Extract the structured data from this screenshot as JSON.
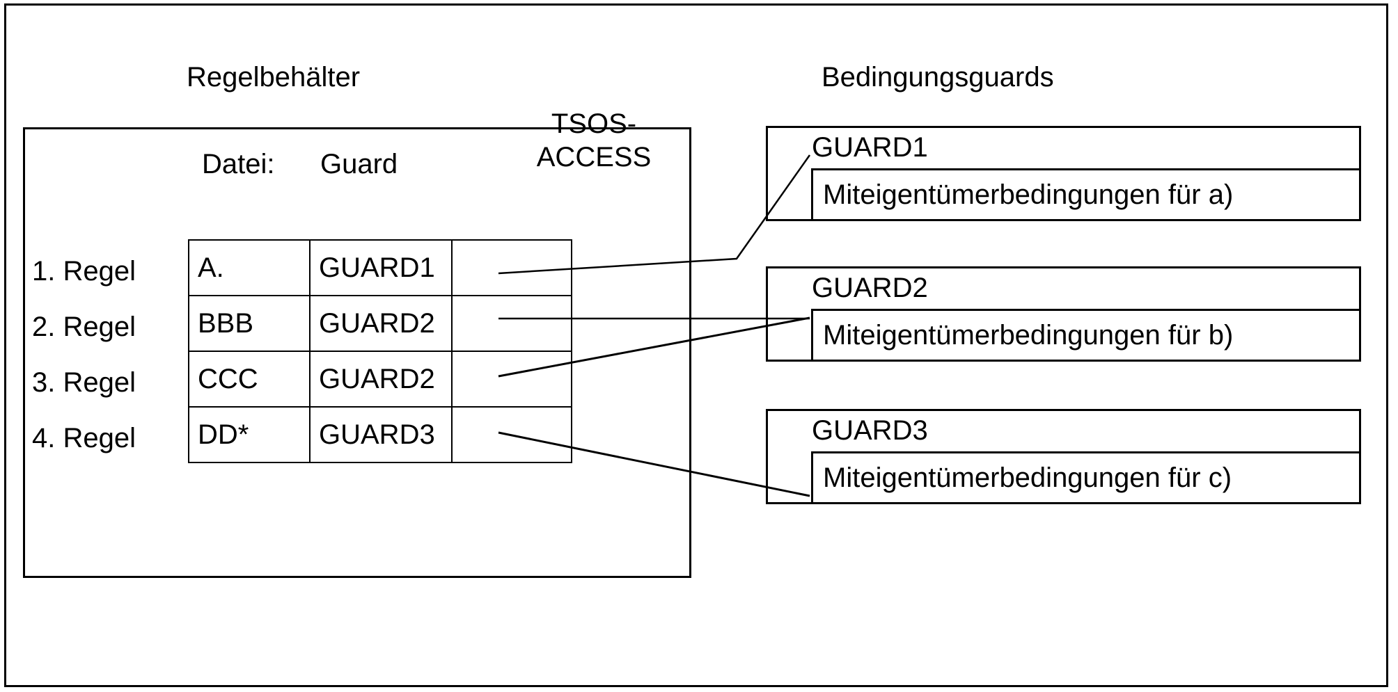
{
  "figure": {
    "left_section_caption": "Regelbehälter",
    "right_section_caption": "Bedingungsguards"
  },
  "rule_container": {
    "headers": {
      "file": "Datei:",
      "guard": "Guard",
      "access": "TSOS-ACCESS"
    },
    "rules": [
      {
        "label": "1. Regel",
        "file": "A.",
        "guard": "GUARD1",
        "access": ""
      },
      {
        "label": "2. Regel",
        "file": "BBB",
        "guard": "GUARD2",
        "access": ""
      },
      {
        "label": "3. Regel",
        "file": "CCC",
        "guard": "GUARD2",
        "access": ""
      },
      {
        "label": "4. Regel",
        "file": "DD*",
        "guard": "GUARD3",
        "access": ""
      }
    ]
  },
  "condition_guards": [
    {
      "name": "GUARD1",
      "condition": "Miteigentümerbedingungen für a)"
    },
    {
      "name": "GUARD2",
      "condition": "Miteigentümerbedingungen für b)"
    },
    {
      "name": "GUARD3",
      "condition": "Miteigentümerbedingungen für c)"
    }
  ],
  "connections": [
    {
      "from_rule": "1. Regel",
      "from_guard": "GUARD1",
      "to_guard": "GUARD1"
    },
    {
      "from_rule": "2. Regel",
      "from_guard": "GUARD2",
      "to_guard": "GUARD2"
    },
    {
      "from_rule": "3. Regel",
      "from_guard": "GUARD2",
      "to_guard": "GUARD2"
    },
    {
      "from_rule": "4. Regel",
      "from_guard": "GUARD3",
      "to_guard": "GUARD3"
    }
  ],
  "colors": {
    "stroke": "#000000",
    "background": "#ffffff"
  }
}
